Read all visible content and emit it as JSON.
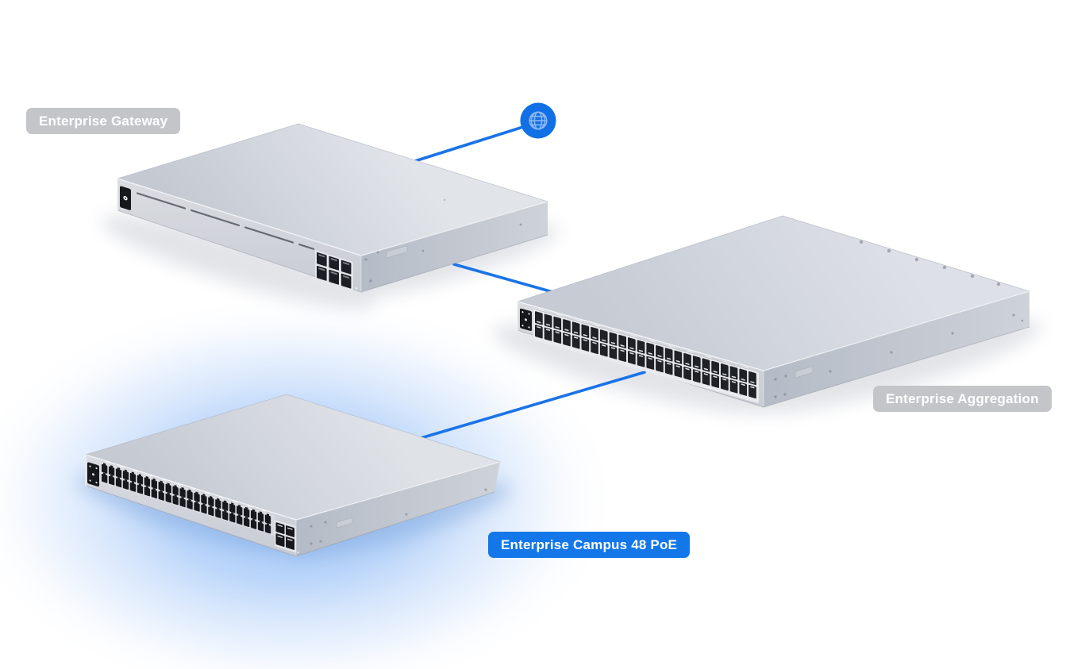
{
  "diagram": {
    "type": "network-topology",
    "accent_blue": "#1a73e8",
    "glow_color": "#8cbaf5",
    "badge_gray_bg": "#c3c5c9",
    "badge_blue_bg": "#1377e9",
    "badge_text_color": "#ffffff",
    "internet_node": {
      "icon": "globe-icon",
      "circle_color": "#1270e6",
      "glyph_color": "#8fb9f0"
    },
    "links": [
      {
        "from": "internet",
        "to": "gateway"
      },
      {
        "from": "gateway",
        "to": "aggregation"
      },
      {
        "from": "aggregation",
        "to": "campus"
      }
    ]
  },
  "devices": {
    "gateway": {
      "name": "Enterprise Gateway",
      "badge_style": "gray",
      "front_ports": {
        "rows": 2,
        "cols": 3
      }
    },
    "aggregation": {
      "name": "Enterprise Aggregation",
      "badge_style": "gray",
      "sfp_ports": {
        "rows": 2,
        "cols": 24
      }
    },
    "campus": {
      "name": "Enterprise Campus 48 PoE",
      "badge_style": "blue",
      "highlighted": true,
      "rj45_ports": {
        "rows": 2,
        "cols": 24
      },
      "sfp_ports": {
        "rows": 2,
        "cols": 2
      }
    }
  }
}
